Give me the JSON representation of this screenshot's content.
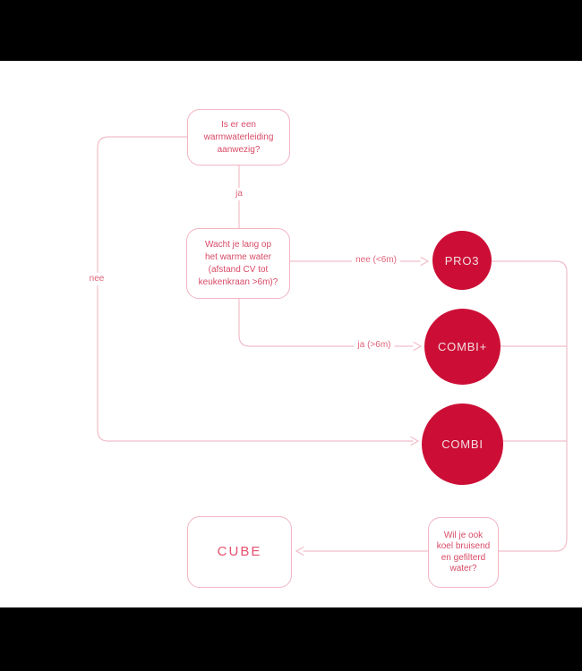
{
  "colors": {
    "circle_fill": "#cc0e36",
    "circle_text": "#f3dfe3",
    "line": "#f1bdc9",
    "box_border": "#f2b4c2",
    "box_text": "#d84a67",
    "label_text": "#e06279",
    "cube_text": "#e5506f",
    "bar": "#000000",
    "background": "#ffffff"
  },
  "flowchart": {
    "q1": {
      "lines": [
        "Is er een",
        "warmwaterleiding",
        "aanwezig?"
      ]
    },
    "q2": {
      "lines": [
        "Wacht je lang op",
        "het warme water",
        "(afstand CV tot",
        "keukenkraan >6m)?"
      ]
    },
    "q3": {
      "lines": [
        "Wil je ook",
        "koel bruisend",
        "en gefilterd",
        "water?"
      ]
    },
    "labels": {
      "ja": "ja",
      "nee": "nee",
      "nee_kleiner_6m": "nee (<6m)",
      "ja_groter_6m": "ja (>6m)"
    },
    "products": {
      "pro3": "PRO3",
      "combi_plus": "COMBI+",
      "combi": "COMBI",
      "cube": "CUBE"
    }
  }
}
